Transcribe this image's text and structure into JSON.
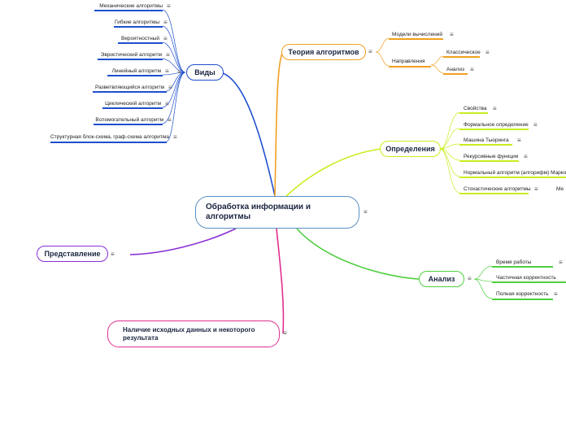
{
  "root": {
    "label": "Обработка информации и алгоритмы"
  },
  "menu_glyph": "≡",
  "branches": {
    "vidy": {
      "label": "Виды",
      "color": "#1f4fcf",
      "items": [
        "Механические алгоритмы",
        "Гибкие алгоритмы",
        "Вероятностный",
        "Эвристический алгоритм",
        "Линейный алгоритм",
        "Разветвляющийся алгоритм",
        "Циклический алгоритм",
        "Вспомогательный алгоритм",
        "Структурная блок-схема, граф-схема алгоритма"
      ]
    },
    "teoriya": {
      "label": "Теория алгоритмов",
      "color": "#f0a020",
      "items": [
        "Модели вычислений",
        "Направления"
      ],
      "sub": [
        "Классическое",
        "Анализ"
      ]
    },
    "opredeleniya": {
      "label": "Определения",
      "color": "#c8ee20",
      "items": [
        "Свойства",
        "Формальное определение",
        "Машина Тьюринга",
        "Рекурсивные функции",
        "Нормальный алгоритм (алгорифм) Маркова",
        "Стохастические алгоритмы"
      ],
      "tail": "Ме"
    },
    "analiz": {
      "label": "Анализ",
      "color": "#4fcf3f",
      "items": [
        "Время работы",
        "Частичная корректность",
        "Полная корректность"
      ]
    },
    "predstavlenie": {
      "label": "Представление",
      "color": "#8a2fd6"
    },
    "nalichie": {
      "label": "Наличие исходных данных и некоторого результата",
      "color": "#e0308f"
    }
  }
}
